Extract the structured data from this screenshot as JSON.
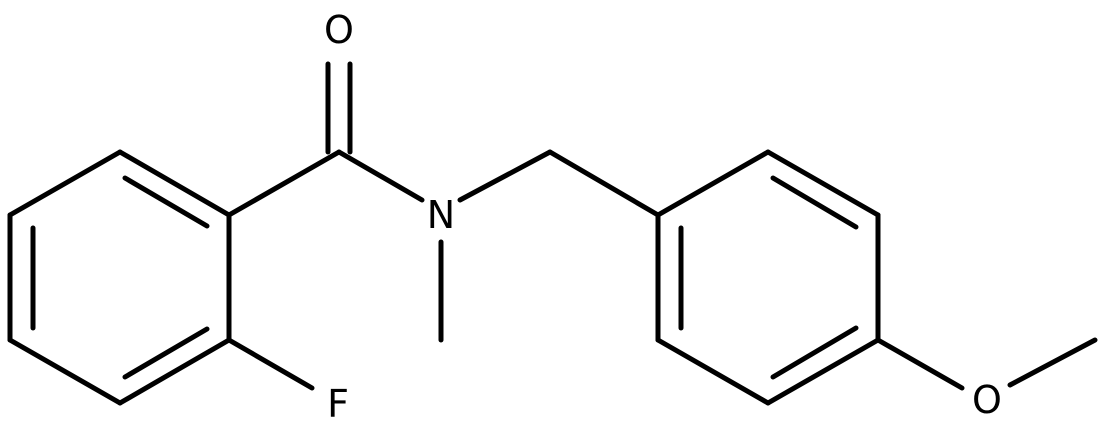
{
  "structure": {
    "atom_labels": {
      "oxygen_carbonyl": "O",
      "nitrogen": "N",
      "fluorine": "F",
      "oxygen_methoxy": "O"
    },
    "colors": {
      "bond": "#000000",
      "label": "#000000",
      "background": "#ffffff"
    }
  }
}
